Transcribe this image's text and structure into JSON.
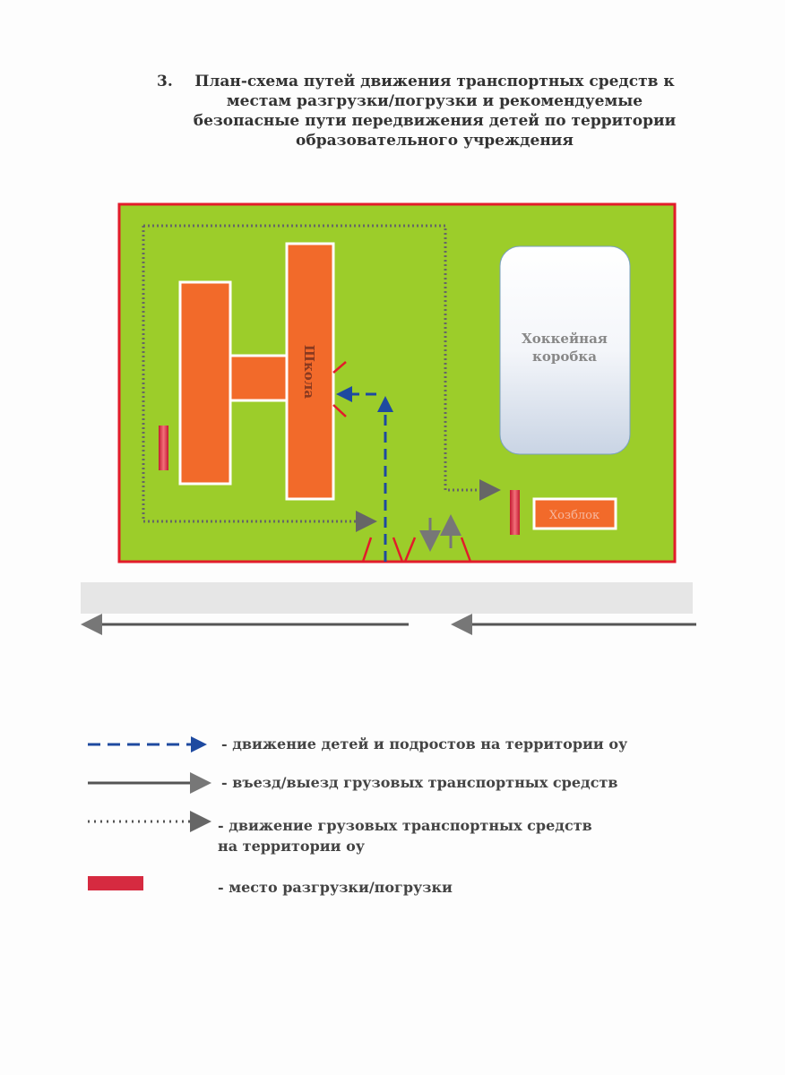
{
  "title": {
    "number": "3.",
    "text": "План-схема путей движения транспортных средств к местам разгрузки/погрузки и рекомендуемые безопасные пути передвижения детей по территории образовательного учреждения"
  },
  "map": {
    "school_label": "Школа",
    "hockey_label_line1": "Хоккейная",
    "hockey_label_line2": "коробка",
    "utility_label": "Хозблок",
    "colors": {
      "field": "#9ccd2a",
      "building": "#f26a2a",
      "border": "#e21c2a",
      "children_path": "#1e4aa0",
      "truck_path": "#555555"
    }
  },
  "legend": [
    {
      "icon": "blue-dashed-arrow",
      "text": "- движение детей и подростов на территории оу"
    },
    {
      "icon": "gray-solid-arrow",
      "text": "- въезд/выезд грузовых транспортных средств"
    },
    {
      "icon": "dotted-arrow",
      "text": "- движение грузовых транспортных средств на территории оу"
    },
    {
      "icon": "red-loading-zone",
      "text": "- место разгрузки/погрузки"
    }
  ]
}
